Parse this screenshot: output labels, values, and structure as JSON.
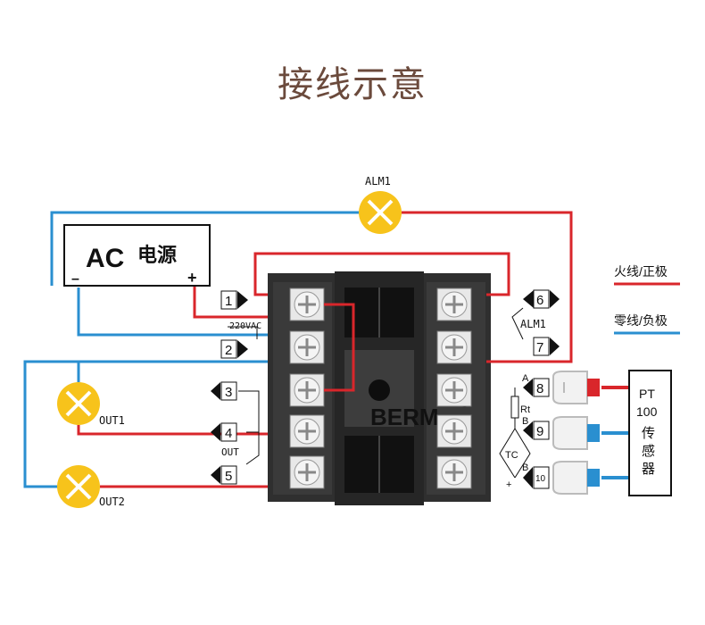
{
  "title": "接线示意",
  "power_box": {
    "label_ac": "AC",
    "label_cn": "电源",
    "minus": "–",
    "plus": "+"
  },
  "alarm_lamp_label": "ALM1",
  "out1_label": "OUT1",
  "out2_label": "OUT2",
  "voltage_label": "220VAC",
  "out_group_label": "OUT",
  "alm_side_label": "ALM1",
  "rt_label": "Rt",
  "tc_label": "TC",
  "tc_plus": "+",
  "sensor_box": {
    "line1": "PT",
    "line2": "100",
    "line3": "传",
    "line4": "感",
    "line5": "器"
  },
  "legend": {
    "live": "火线/正极",
    "neutral": "零线/负极"
  },
  "left_terminals": [
    "1",
    "2",
    "3",
    "4",
    "5"
  ],
  "right_terminals": [
    "6",
    "7",
    "8",
    "9",
    "10"
  ],
  "ab_labels": {
    "a": "A",
    "b1": "B",
    "b2": "B"
  },
  "brand": "BERM",
  "registered": "®",
  "colors": {
    "live": "#d9262b",
    "neutral": "#2a8fd0",
    "lamp": "#f7c31b",
    "device": "#2f2f2f",
    "title": "#6b4a3c"
  }
}
